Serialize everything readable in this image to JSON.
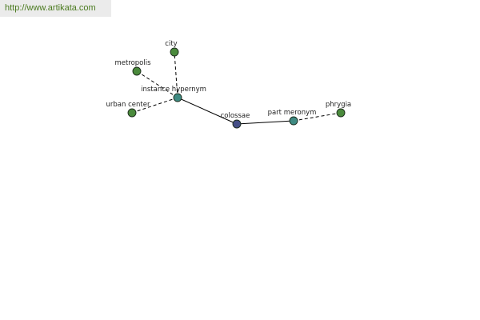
{
  "watermark": {
    "text": "http://www.artikata.com"
  },
  "graph": {
    "colors": {
      "term": "#4a8a3c",
      "relation": "#3e8a82",
      "focus": "#444e86"
    },
    "nodes": [
      {
        "id": "city",
        "label": "city",
        "kind": "term"
      },
      {
        "id": "metropolis",
        "label": "metropolis",
        "kind": "term"
      },
      {
        "id": "instance-hypernym",
        "label": "instance hypernym",
        "kind": "relation"
      },
      {
        "id": "urban-center",
        "label": "urban center",
        "kind": "term"
      },
      {
        "id": "colossae",
        "label": "colossae",
        "kind": "focus"
      },
      {
        "id": "part-meronym",
        "label": "part meronym",
        "kind": "relation"
      },
      {
        "id": "phrygia",
        "label": "phrygia",
        "kind": "term"
      }
    ],
    "edges": [
      {
        "from": "instance-hypernym",
        "to": "city",
        "style": "dashed"
      },
      {
        "from": "instance-hypernym",
        "to": "metropolis",
        "style": "dashed"
      },
      {
        "from": "instance-hypernym",
        "to": "urban-center",
        "style": "dashed"
      },
      {
        "from": "instance-hypernym",
        "to": "colossae",
        "style": "solid"
      },
      {
        "from": "colossae",
        "to": "part-meronym",
        "style": "solid"
      },
      {
        "from": "part-meronym",
        "to": "phrygia",
        "style": "dashed"
      }
    ]
  }
}
